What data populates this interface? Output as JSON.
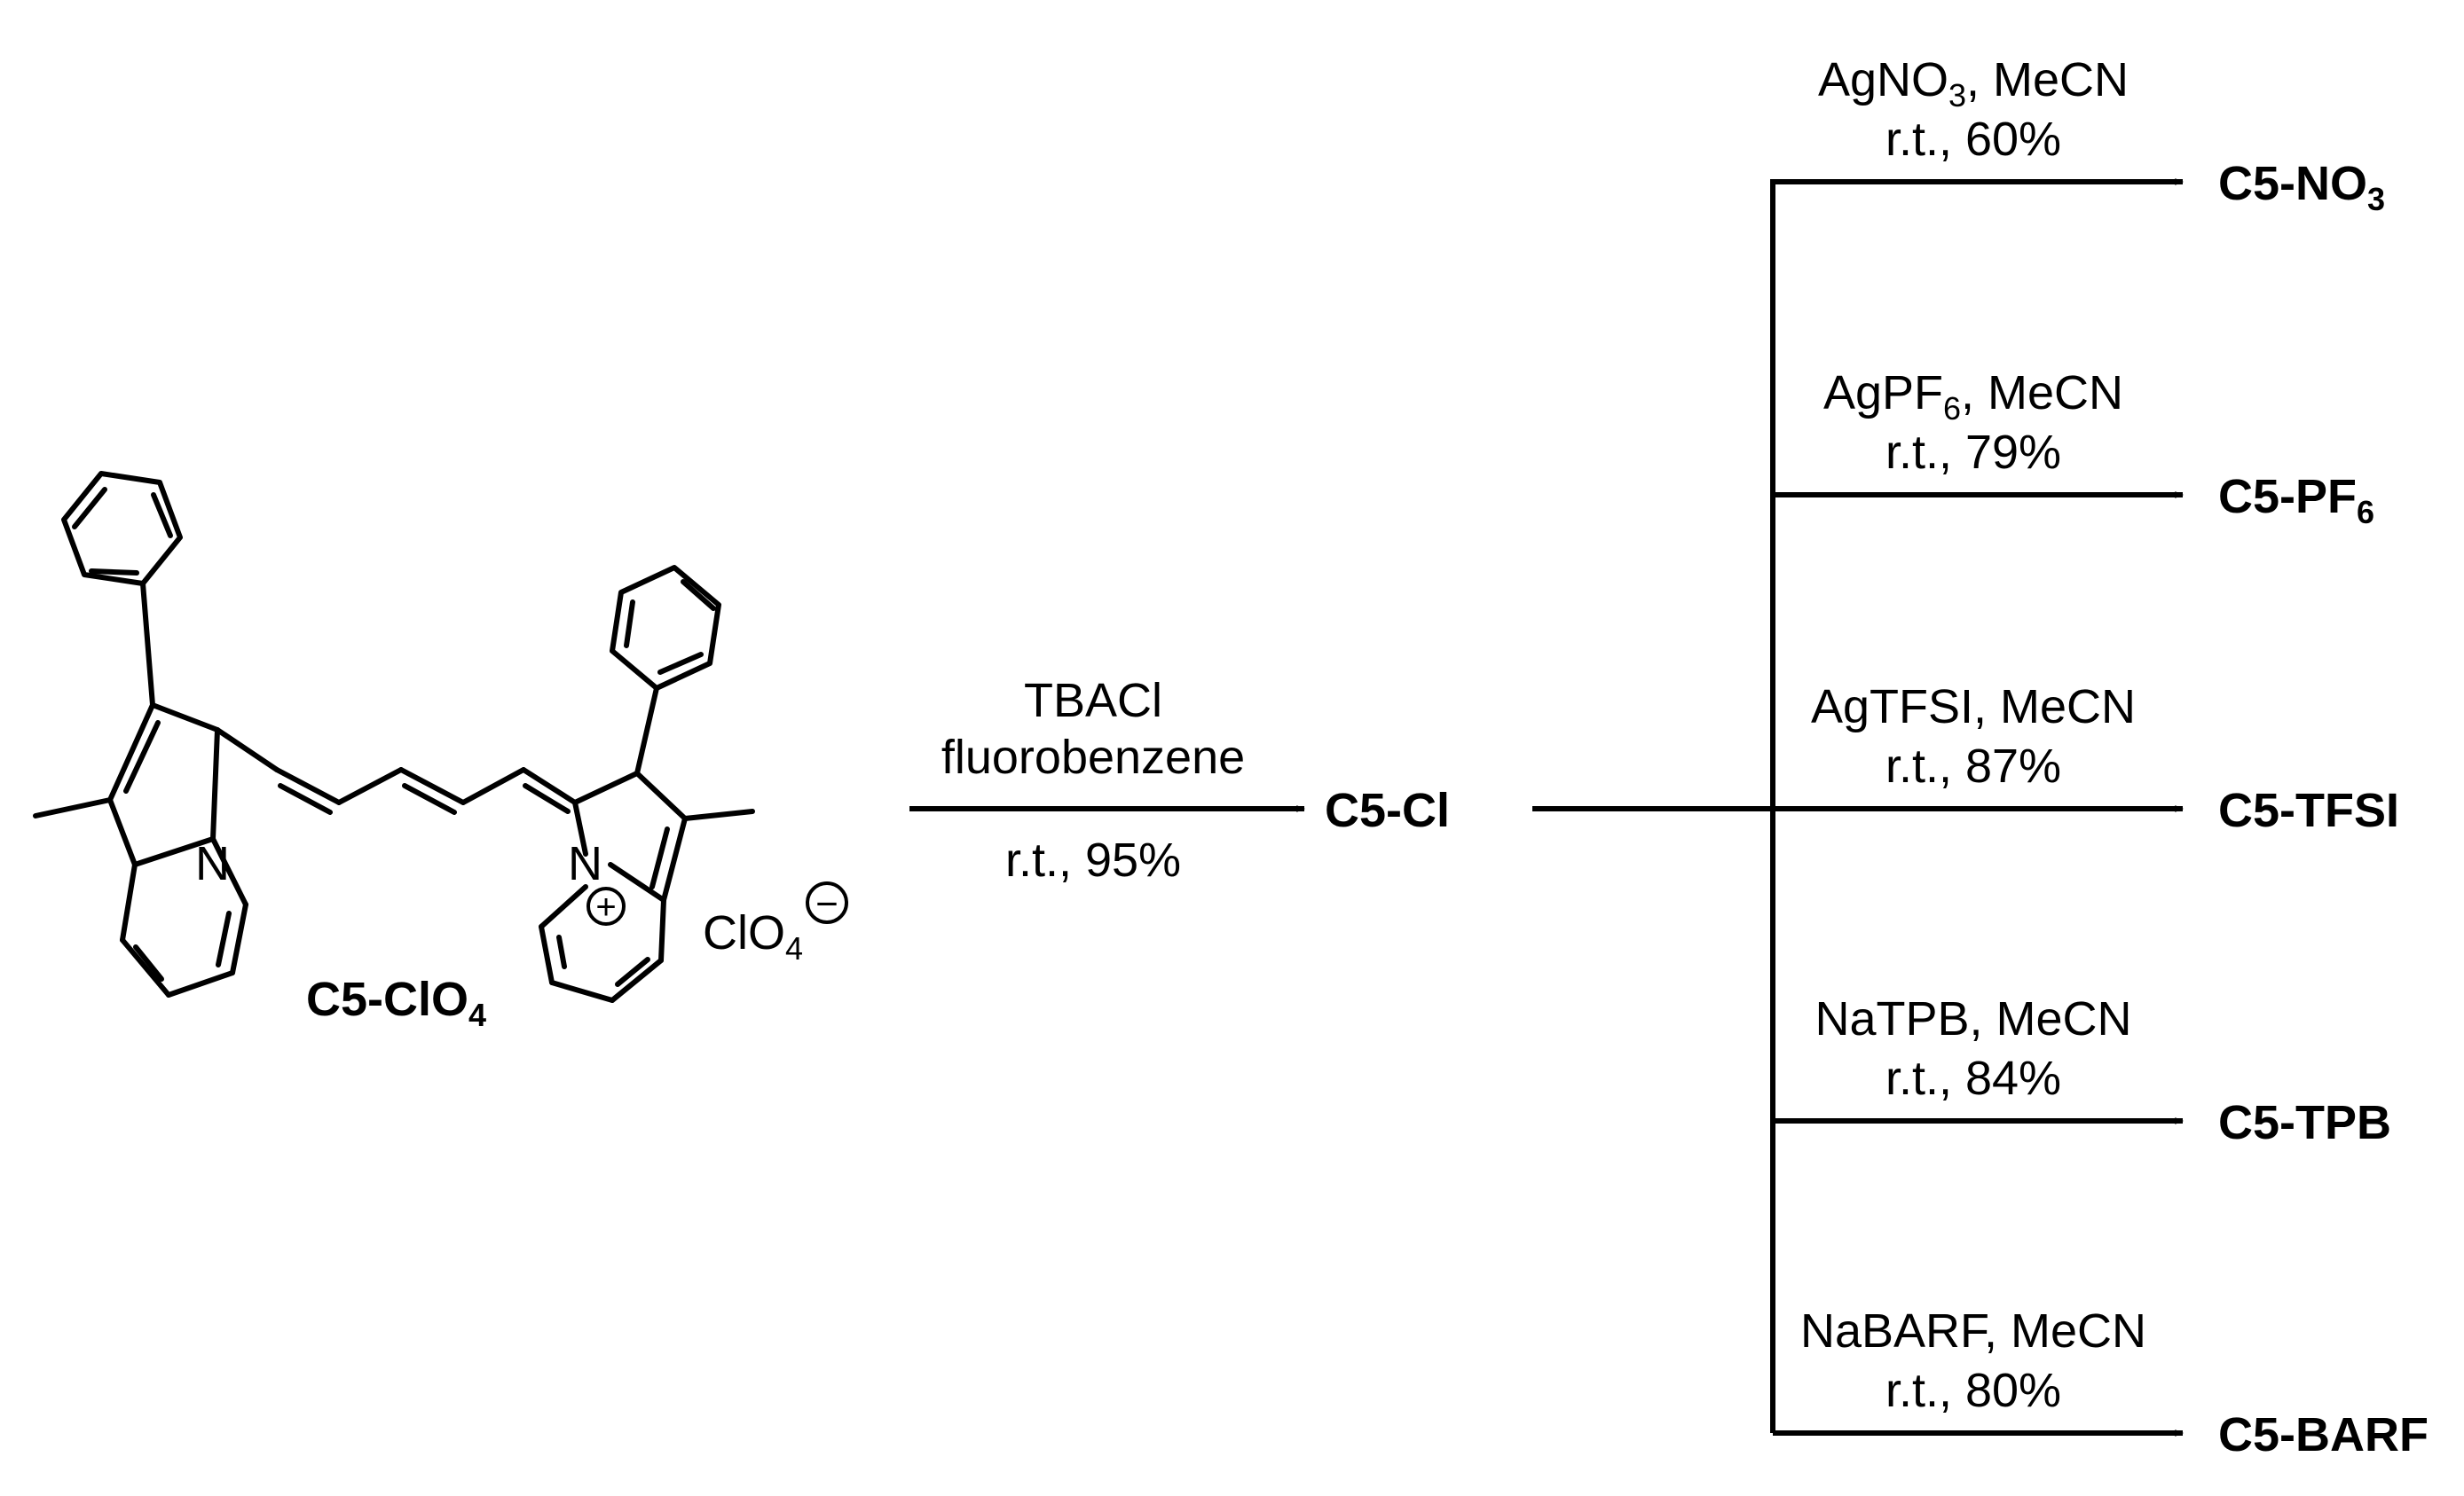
{
  "starting_material": {
    "label_main": "C5-ClO",
    "label_sub": "4",
    "atom_n_left": "N",
    "atom_n_right": "N",
    "charge_plus": "+",
    "counterion_main": "ClO",
    "counterion_sub": "4",
    "counterion_charge": "−"
  },
  "step1": {
    "reagent": "TBACl",
    "solvent": "fluorobenzene",
    "conditions": "r.t., 95%",
    "product": "C5-Cl"
  },
  "branches": [
    {
      "reagent_main": "AgNO",
      "reagent_sub": "3",
      "reagent_tail": ", MeCN",
      "conditions": "r.t., 60%",
      "product_main": "C5-NO",
      "product_sub": "3"
    },
    {
      "reagent_main": "AgPF",
      "reagent_sub": "6",
      "reagent_tail": ", MeCN",
      "conditions": "r.t., 79%",
      "product_main": "C5-PF",
      "product_sub": "6"
    },
    {
      "reagent_main": "AgTFSI, MeCN",
      "reagent_sub": "",
      "reagent_tail": "",
      "conditions": "r.t., 87%",
      "product_main": "C5-TFSI",
      "product_sub": ""
    },
    {
      "reagent_main": "NaTPB, MeCN",
      "reagent_sub": "",
      "reagent_tail": "",
      "conditions": "r.t., 84%",
      "product_main": "C5-TPB",
      "product_sub": ""
    },
    {
      "reagent_main": "NaBARF, MeCN",
      "reagent_sub": "",
      "reagent_tail": "",
      "conditions": "r.t., 80%",
      "product_main": "C5-BARF",
      "product_sub": ""
    }
  ]
}
